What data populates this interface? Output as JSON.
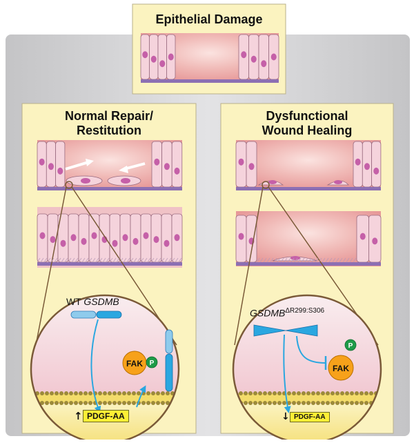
{
  "panels": {
    "damage": {
      "title": "Epithelial Damage"
    },
    "normal": {
      "title_line1": "Normal Repair/",
      "title_line2": "Restitution"
    },
    "dysfunctional": {
      "title_line1": "Dysfunctional",
      "title_line2": "Wound Healing"
    }
  },
  "normal_zoom": {
    "gene_prefix": "WT",
    "gene_name": "GSDMB",
    "fak_label": "FAK",
    "phospho_label": "P",
    "pdgf_label": "PDGF-AA",
    "pdgf_change": "↑"
  },
  "dysfunctional_zoom": {
    "gene_name": "GSDMB",
    "gene_variant": "ΔR299:S306",
    "fak_label": "FAK",
    "phospho_label": "P",
    "pdgf_label": "PDGF-AA",
    "pdgf_change": "↓"
  },
  "colors": {
    "background_gray": "#c9c9cb",
    "panel_cream": "#fbf3c0",
    "wound_pink": "#efb3b3",
    "cell_pink": "#f5d3dc",
    "nucleus_magenta": "#c560a8",
    "basement_membrane": "#8c6fb3",
    "receptor_blue": "#2aa7e0",
    "fak_orange": "#f7a11a",
    "phospho_green": "#1e9b48",
    "pdgf_yellow": "#ffef35"
  }
}
